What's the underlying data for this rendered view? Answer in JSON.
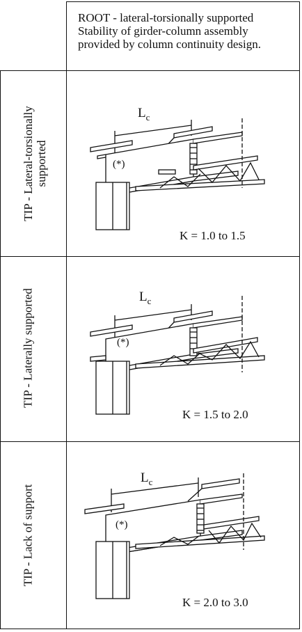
{
  "header": {
    "root_lines": [
      "ROOT - lateral-torsionally supported",
      "Stability of girder-column assembly",
      "provided by column continuity design."
    ]
  },
  "rows": [
    {
      "label_lines": [
        "TIP - Lateral-torsionally",
        "supported"
      ],
      "span_label": "L",
      "span_sub": "c",
      "marker": "(*)",
      "k_text": "K = 1.0 to 1.5"
    },
    {
      "label_lines": [
        "TIP - Laterally supported"
      ],
      "span_label": "L",
      "span_sub": "c",
      "marker": "(*)",
      "k_text": "K = 1.5 to 2.0"
    },
    {
      "label_lines": [
        "TIP - Lack of support"
      ],
      "span_label": "L",
      "span_sub": "c",
      "marker": "(*)",
      "k_text": "K = 2.0 to 3.0"
    }
  ]
}
